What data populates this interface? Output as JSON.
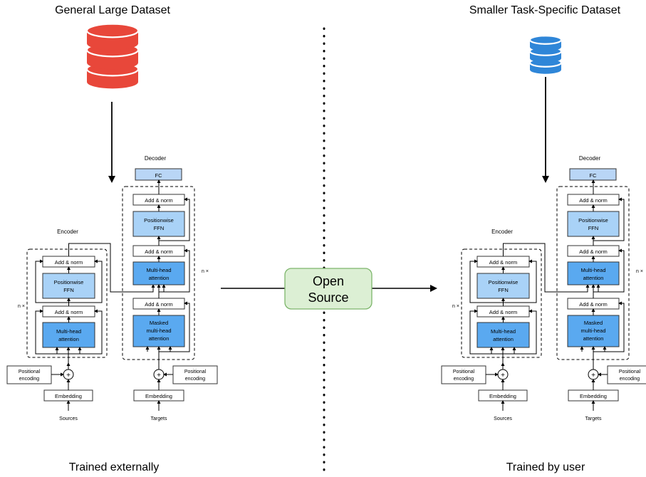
{
  "left": {
    "title": "General Large Dataset",
    "caption": "Trained externally",
    "db_color": "#e8473a",
    "db_color_dark": "#c9302a"
  },
  "right": {
    "title": "Smaller Task-Specific Dataset",
    "caption": "Trained by user",
    "db_color": "#2f86d8",
    "db_color_dark": "#1f6bb8"
  },
  "center": {
    "line1": "Open",
    "line2": "Source",
    "fill": "#dcefd4",
    "stroke": "#7cb56a"
  },
  "transformer": {
    "encoder_title": "Encoder",
    "decoder_title": "Decoder",
    "fc": "FC",
    "add_norm": "Add & norm",
    "ffn_line1": "Positionwise",
    "ffn_line2": "FFN",
    "mha_line1": "Multi-head",
    "mha_line2": "attention",
    "masked_line1": "Masked",
    "masked_line2": "multi-head",
    "masked_line3": "attention",
    "pos_line1": "Positional",
    "pos_line2": "encoding",
    "embedding": "Embedding",
    "sources": "Sources",
    "targets": "Targets",
    "nx": "n ×",
    "plus": "+",
    "blue_fill": "#5aa9f0",
    "light_blue_fill": "#a9d2f7",
    "fc_fill": "#b9d6f6"
  }
}
